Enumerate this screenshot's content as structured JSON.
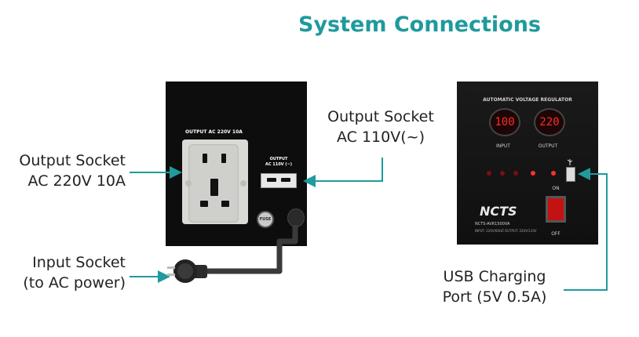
{
  "title": "System Connections",
  "callouts": {
    "output_220": [
      "Output Socket",
      "AC 220V 10A"
    ],
    "output_110": [
      "Output Socket",
      "AC 110V(~)"
    ],
    "input": [
      "Input Socket",
      "(to AC power)"
    ],
    "usb": [
      "USB Charging",
      "Port (5V 0.5A)"
    ]
  },
  "back_panel": {
    "socket_label": "OUTPUT AC 220V 10A",
    "out110_label_line1": "OUTPUT",
    "out110_label_line2": "AC 110V (~)",
    "fuse_label": "FUSE"
  },
  "front_panel": {
    "title": "AUTOMATIC VOLTAGE REGULATOR",
    "input_display": "100",
    "output_display": "220",
    "input_label": "INPUT",
    "output_label": "OUTPUT",
    "on_label": "ON",
    "off_label": "OFF",
    "brand": "NCTS",
    "model": "NCTS-AVR1500VA",
    "spec": "INPUT: 220V/60HZ   OUTPUT: 220V/110V"
  },
  "colors": {
    "accent": "#1f9a9d",
    "panel": "#0d0d0d",
    "led_red": "#ff2a2a",
    "switch_red": "#c31212"
  },
  "icons": [
    "arrow-icon",
    "plug-icon",
    "usb-icon"
  ]
}
